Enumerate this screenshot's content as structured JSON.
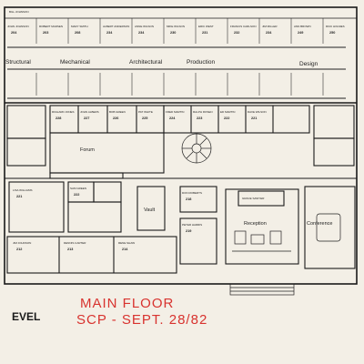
{
  "top_left_name": "BILL JOHNSON",
  "offices_top": [
    {
      "name": "JOHN JOHNSON",
      "num": "204"
    },
    {
      "name": "ROBERT MADSEN",
      "num": "203"
    },
    {
      "name": "MARY SMITH",
      "num": "208"
    },
    {
      "name": "ALBERT ANDERSON",
      "num": "234"
    },
    {
      "name": "ANNE WILSON",
      "num": "234"
    },
    {
      "name": "MIKE WILSON",
      "num": "230"
    },
    {
      "name": "ERIC WEST",
      "num": "231"
    },
    {
      "name": "FRANCIS CARLSON",
      "num": "232"
    },
    {
      "name": "JIM MILLER",
      "num": "234"
    },
    {
      "name": "ANN BROWN",
      "num": "249"
    },
    {
      "name": "RICK HOLMES",
      "num": "250"
    }
  ],
  "zones": {
    "structural": "Structural",
    "mechanical": "Mechanical",
    "architectural": "Architectural",
    "production": "Production",
    "design": "Design"
  },
  "mid_offices": [
    {
      "name": "RICHARD JONES",
      "num": "228"
    },
    {
      "name": "JOHN ALBERS",
      "num": "227"
    },
    {
      "name": "BOB GREEN",
      "num": "226"
    },
    {
      "name": "PAT WHITE",
      "num": "225"
    },
    {
      "name": "FRED MARTIN",
      "num": "224"
    },
    {
      "name": "RALPH ROSEN",
      "num": "223"
    },
    {
      "name": "ED MARTIN",
      "num": "222"
    },
    {
      "name": "DAVE WILSON",
      "num": "221"
    }
  ],
  "rooms": {
    "forum": "Forum",
    "vault": "Vault",
    "reception": "Reception",
    "conference": "Conference"
  },
  "lower_offices": [
    {
      "name": "LISA WILLIAMS",
      "num": "221"
    },
    {
      "name": "SAM GREEN",
      "num": "222"
    },
    {
      "name": "JIM JOHNSON",
      "num": "212"
    },
    {
      "name": "DENNIS CARTER",
      "num": "213"
    },
    {
      "name": "RENE SHAW",
      "num": "214"
    },
    {
      "name": "DON ROBERTS",
      "num": "218"
    },
    {
      "name": "PETER HARRIS",
      "num": "219"
    }
  ],
  "reception_desk": "GRACE SAWYER",
  "level_text": "EVEL",
  "annotation_line1": "MAIN FLOOR",
  "annotation_line2": "SCP - SEPT. 28/82"
}
